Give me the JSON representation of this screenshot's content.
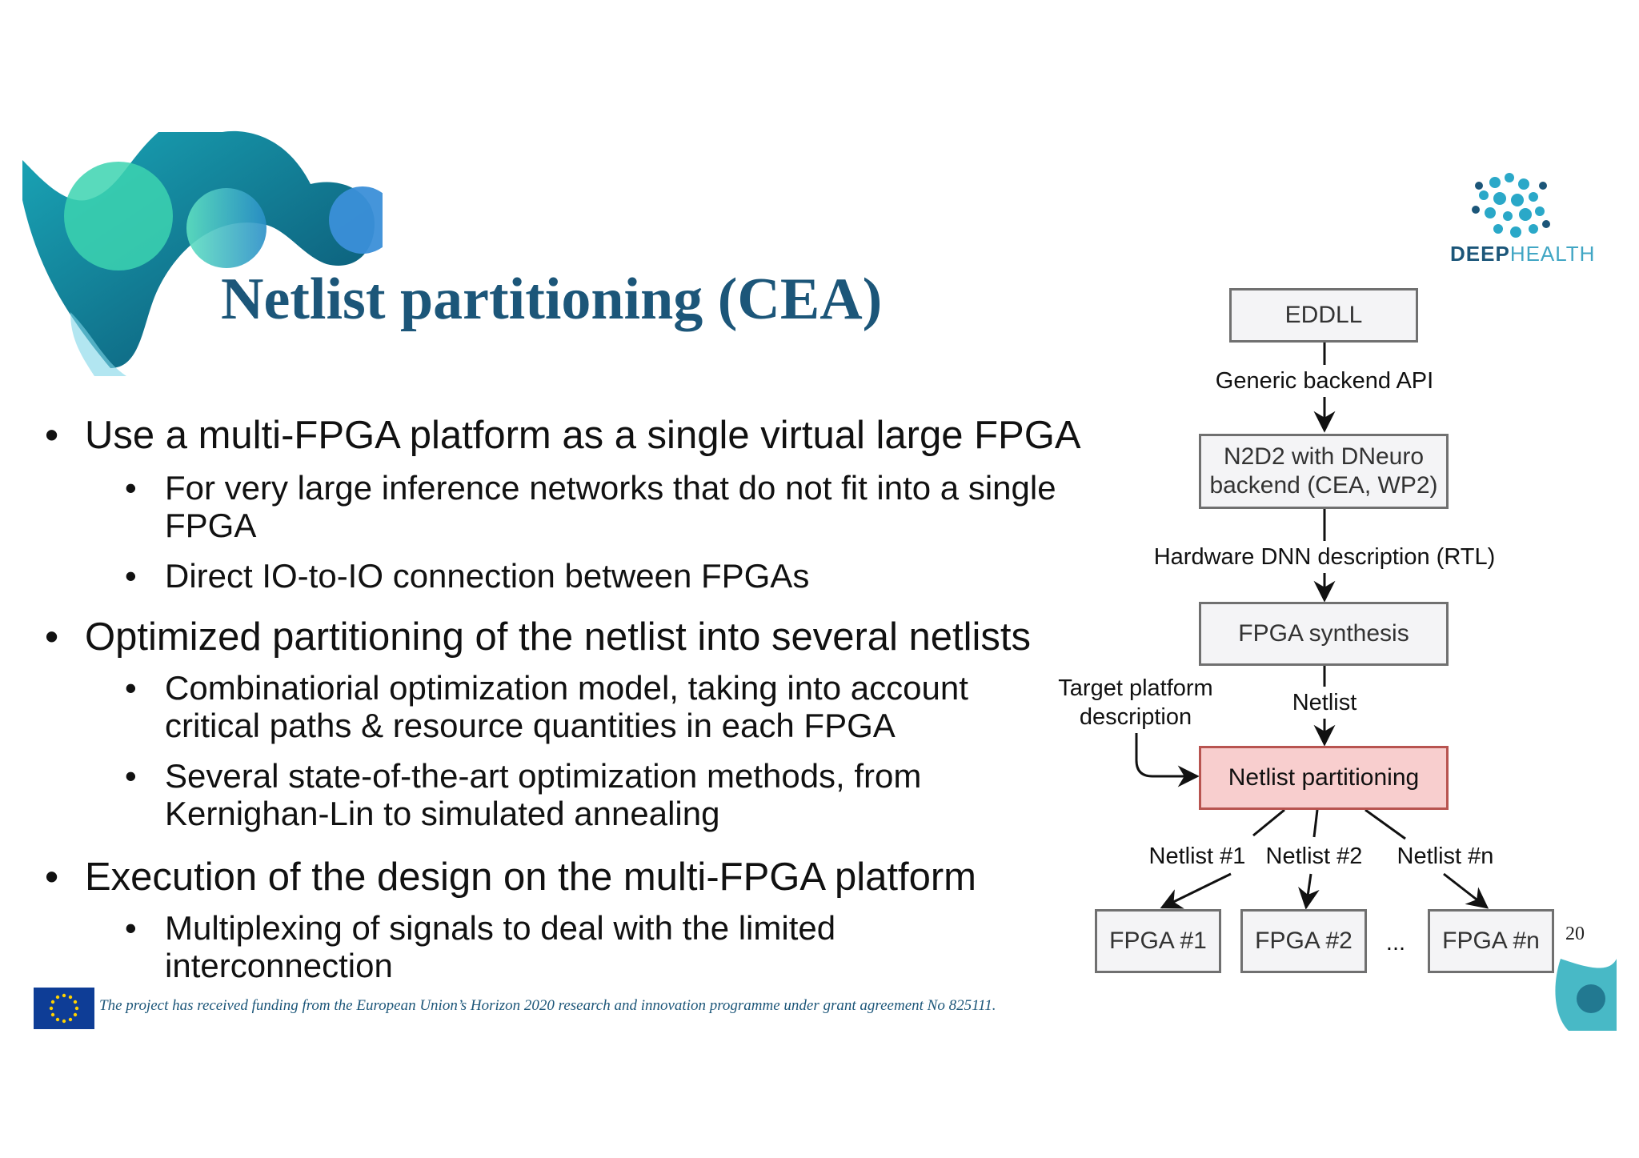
{
  "slide": {
    "title": "Netlist partitioning (CEA)",
    "brand": {
      "first": "DEEP",
      "second": "HEALTH"
    },
    "page_number": "20",
    "funding_note": "The project has received funding from the European Union’s Horizon 2020 research and innovation programme under grant agreement No 825111."
  },
  "bullets": [
    {
      "text": "Use a multi-FPGA platform as a single virtual large FPGA",
      "sub": [
        [
          "For very large inference networks that do not fit into a single",
          "FPGA"
        ],
        [
          "Direct IO-to-IO connection between FPGAs"
        ]
      ]
    },
    {
      "text": "Optimized partitioning of the netlist into several netlists",
      "sub": [
        [
          "Combinatiorial optimization model, taking into account",
          "critical paths & resource quantities in each FPGA"
        ],
        [
          "Several state-of-the-art optimization methods, from",
          "Kernighan-Lin to simulated annealing"
        ]
      ]
    },
    {
      "text": "Execution of the design on the multi-FPGA platform",
      "sub": [
        [
          "Multiplexing of signals to deal with the limited",
          "interconnection"
        ]
      ]
    }
  ],
  "diagram": {
    "boxes": {
      "eddll": "EDDLL",
      "n2d2_line1": "N2D2 with DNeuro",
      "n2d2_line2": "backend (CEA, WP2)",
      "synthesis": "FPGA synthesis",
      "partitioning": "Netlist partitioning",
      "fpga1": "FPGA #1",
      "fpga2": "FPGA #2",
      "fpgan": "FPGA #n"
    },
    "labels": {
      "api": "Generic backend API",
      "rtl": "Hardware DNN description (RTL)",
      "target_line1": "Target platform",
      "target_line2": "description",
      "netlist": "Netlist",
      "netlist1": "Netlist #1",
      "netlist2": "Netlist #2",
      "netlistn": "Netlist #n",
      "ellipsis": "..."
    },
    "colors": {
      "highlight_fill": "#f8cece",
      "highlight_stroke": "#b85450",
      "box_fill": "#f4f4f6",
      "box_stroke": "#707070"
    }
  }
}
